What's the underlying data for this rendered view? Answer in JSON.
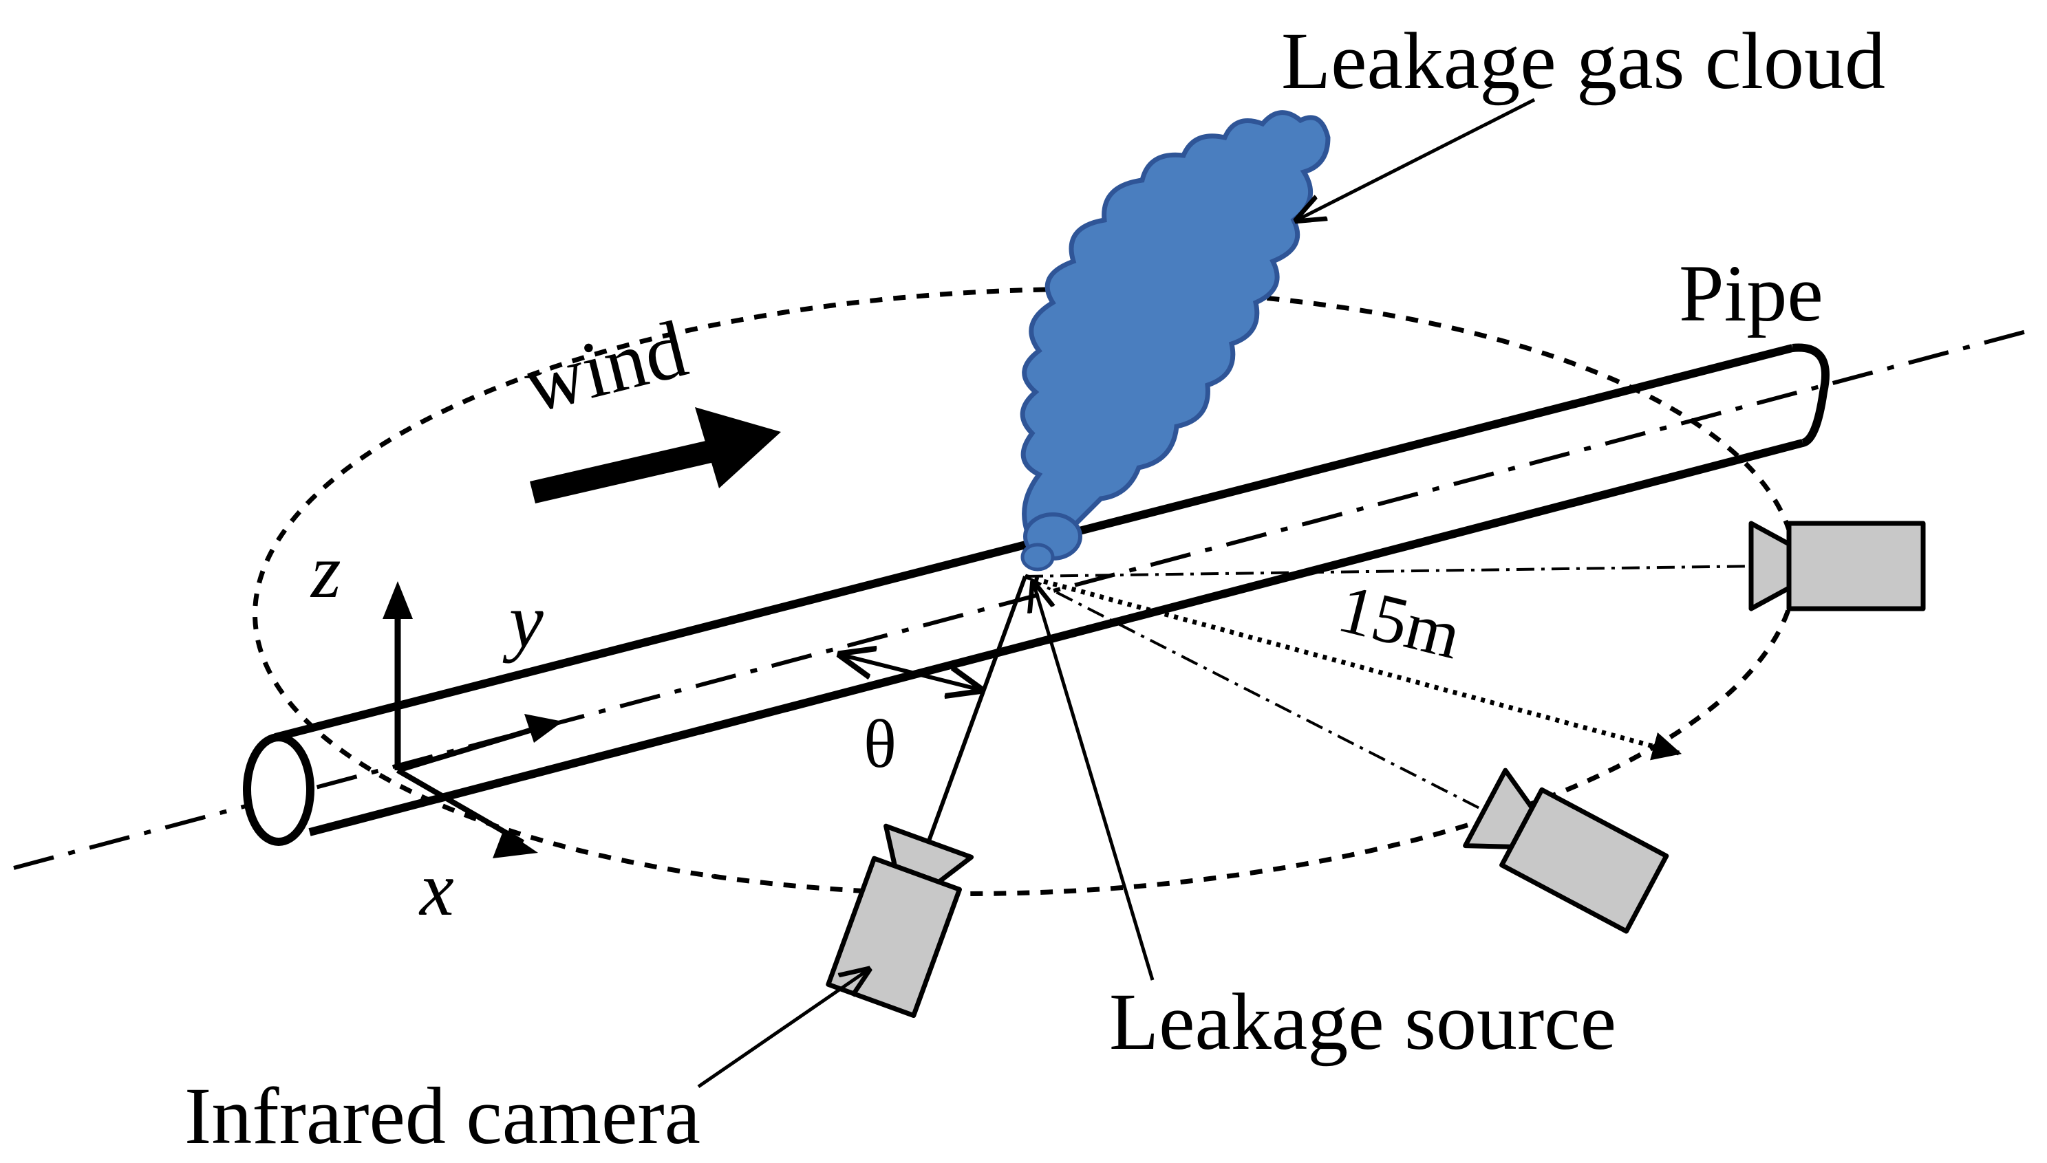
{
  "labels": {
    "cloud": "Leakage gas cloud",
    "pipe": "Pipe",
    "wind": "wind",
    "z_axis": "z",
    "y_axis": "y",
    "x_axis": "x",
    "angle": "θ",
    "distance": "15m",
    "source": "Leakage source",
    "camera": "Infrared camera"
  },
  "colors": {
    "cloud_fill": "#4a7ebf",
    "cloud_stroke": "#2f5597",
    "camera_fill": "#c8c8c8",
    "line": "#000000"
  },
  "icons": [
    "infrared-camera-icon",
    "gas-cloud-shape",
    "wind-arrow-icon"
  ]
}
